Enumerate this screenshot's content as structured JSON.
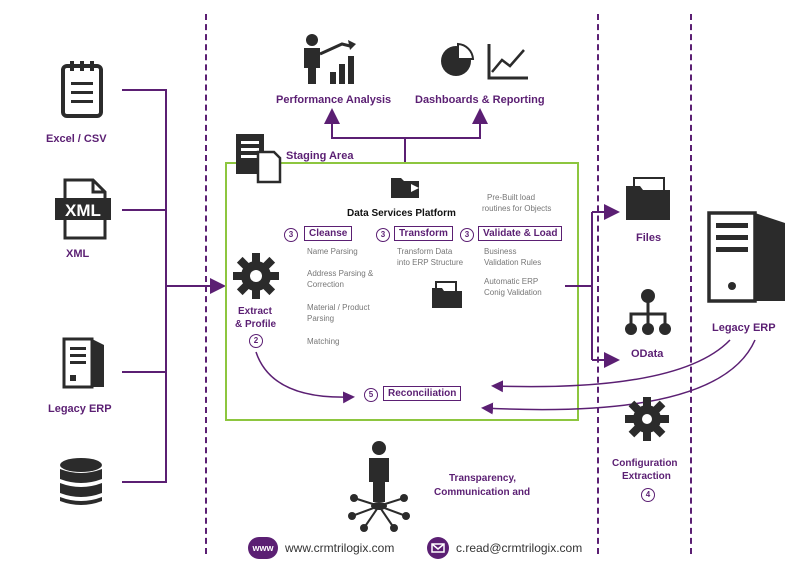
{
  "sources": {
    "excel_label": "Excel / CSV",
    "xml_label": "XML",
    "xml_icon_text": "XML",
    "legacy_erp_label": "Legacy ERP"
  },
  "top": {
    "performance_analysis": "Performance Analysis",
    "dashboards_reporting": "Dashboards & Reporting"
  },
  "staging": {
    "title": "Staging Area",
    "platform": "Data Services Platform",
    "prebuilt_line1": "Pre-Built load",
    "prebuilt_line2": "routines for Objects",
    "extract_line1": "Extract",
    "extract_line2": "& Profile",
    "extract_num": "2",
    "cleanse": {
      "num": "3",
      "label": "Cleanse",
      "items": [
        "Name Parsing",
        "Address Parsing &",
        "Correction",
        "Material / Product",
        "Parsing",
        "Matching"
      ]
    },
    "transform": {
      "num": "3",
      "label": "Transform",
      "items": [
        "Transform Data",
        "into ERP Structure"
      ]
    },
    "validate": {
      "num": "3",
      "label": "Validate & Load",
      "items": [
        "Business",
        "Validation Rules",
        "Automatic ERP",
        "Conig Validation"
      ]
    },
    "reconciliation": {
      "num": "5",
      "label": "Reconciliation"
    }
  },
  "targets": {
    "files": "Files",
    "odata": "OData",
    "legacy_erp": "Legacy ERP",
    "config_line1": "Configuration",
    "config_line2": "Extraction",
    "config_num": "4"
  },
  "transparency": {
    "line1": "Transparency,",
    "line2": "Communication and"
  },
  "footer": {
    "www_badge": "www",
    "website": "www.crmtrilogix.com",
    "email": "c.read@crmtrilogix.com"
  },
  "colors": {
    "accent": "#5b1f73",
    "green": "#8dc63f",
    "icon": "#2b2b2b"
  }
}
